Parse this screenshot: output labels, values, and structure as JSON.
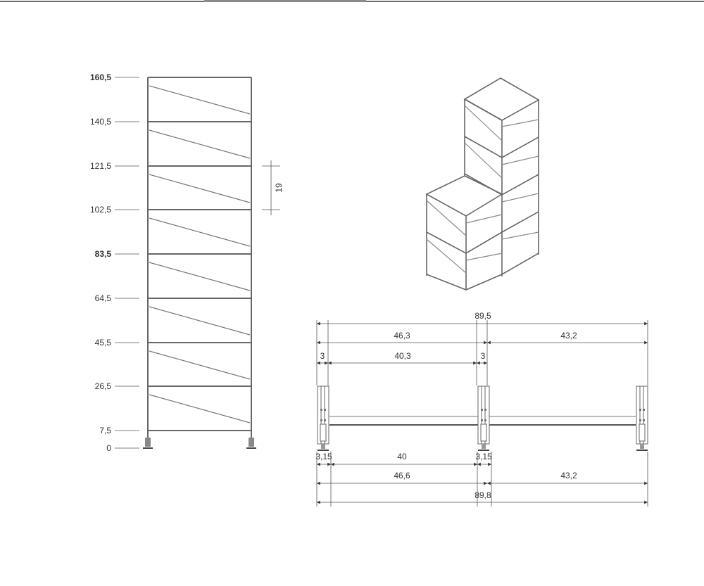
{
  "elevation": {
    "levels": [
      {
        "label": "160,5",
        "bold": true
      },
      {
        "label": "140,5",
        "bold": false
      },
      {
        "label": "121,5",
        "bold": false
      },
      {
        "label": "102,5",
        "bold": false
      },
      {
        "label": "83,5",
        "bold": true
      },
      {
        "label": "64,5",
        "bold": false
      },
      {
        "label": "45,5",
        "bold": false
      },
      {
        "label": "26,5",
        "bold": false
      },
      {
        "label": "7,5",
        "bold": false
      },
      {
        "label": "0",
        "bold": false
      }
    ],
    "spacing_label": "19"
  },
  "plan": {
    "top": {
      "total": "89,5",
      "left": "46,3",
      "right": "43,2",
      "post_a": "3",
      "inner": "40,3",
      "post_b": "3"
    },
    "bottom": {
      "post_a": "3,15",
      "inner": "40",
      "post_b": "3,15",
      "left": "46,6",
      "right": "43,2",
      "total": "89,8"
    }
  }
}
